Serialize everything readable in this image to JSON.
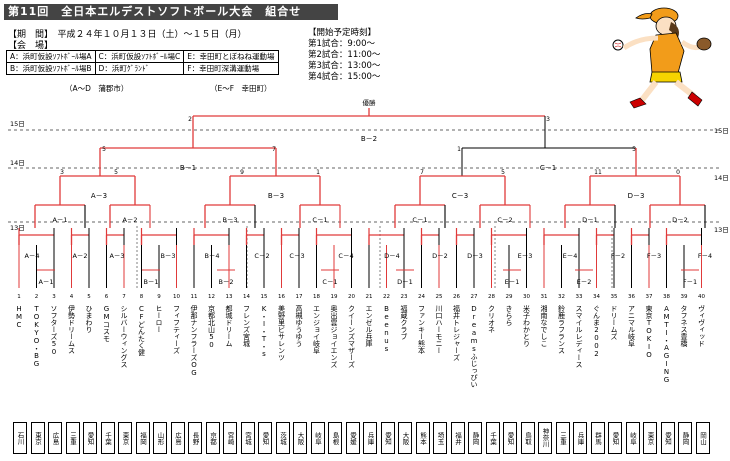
{
  "title": "第11回　全日本エルデストソフトボール大会　組合せ",
  "period": "【期　間】　平成２４年１０月１３日（土）～１５日（月）",
  "venue_label": "【会　場】",
  "venues": [
    [
      "A：浜町仮設ｿﾌﾄﾎﾞｰﾙ場A",
      "C：浜町仮設ｿﾌﾄﾎﾞｰﾙ場C",
      "E：幸田町とぼねね運動場"
    ],
    [
      "B：浜町仮設ｿﾌﾄﾎﾞｰﾙ場B",
      "D：浜町ｸﾞﾗﾝﾄﾞ",
      "F：幸田町深溝運動場"
    ]
  ],
  "city_ad": "（A～D　蒲郡市）",
  "city_ef": "（E～F　幸田町）",
  "schedule_title": "【開始予定時刻】",
  "schedule": [
    "第1試合：9:00～",
    "第2試合：11:00～",
    "第3試合：13:00～",
    "第4試合：15:00～"
  ],
  "final_label": "優勝",
  "days": {
    "d15": "15日",
    "d14": "14日",
    "d13": "13日"
  },
  "games": {
    "B2": "B－2",
    "B1": "B－1",
    "C1": "C－1",
    "A3": "A－3",
    "B3": "B－3",
    "C3": "C－3",
    "D3": "D－3",
    "A1": "A－1",
    "A2": "A－2",
    "B3b": "B－3",
    "C1b": "C－1",
    "C2": "C－2",
    "D1": "D－1",
    "D2": "D－2",
    "A4": "A－4",
    "A2b": "A－2",
    "A3b": "A－3",
    "B3c": "B－3",
    "B4": "B－4",
    "B2b": "B－2",
    "C2b": "C－2",
    "C3b": "C－3",
    "C4": "C－4",
    "C1c": "C－1",
    "D4": "D－4",
    "D1b": "D－1",
    "D2b": "D－2",
    "D3b": "D－3",
    "E3": "E－3",
    "E1": "E－1",
    "E4": "E－4",
    "E2": "E－2",
    "F2": "F－2",
    "F3": "F－3",
    "F4": "F－4",
    "F1": "F－1",
    "A1b": "A－1"
  },
  "teams": [
    {
      "no": "1",
      "name": "HMC",
      "pref": "石川"
    },
    {
      "no": "2",
      "name": "TOKYO・BG",
      "pref": "東京"
    },
    {
      "no": "3",
      "name": "ソフターズ50",
      "pref": "広島"
    },
    {
      "no": "4",
      "name": "伊勢ドリームス",
      "pref": "三重"
    },
    {
      "no": "5",
      "name": "ひまわり",
      "pref": "愛知"
    },
    {
      "no": "6",
      "name": "GMコスモ",
      "pref": "千葉"
    },
    {
      "no": "7",
      "name": "シルバーウィングス",
      "pref": "東京"
    },
    {
      "no": "8",
      "name": "CFどんたく健",
      "pref": "福岡"
    },
    {
      "no": "9",
      "name": "ヒーロー",
      "pref": "山形"
    },
    {
      "no": "10",
      "name": "フィフティーズ",
      "pref": "広島"
    },
    {
      "no": "11",
      "name": "伊那ナンフラーズOG",
      "pref": "長野"
    },
    {
      "no": "12",
      "name": "京都北山50",
      "pref": "京都"
    },
    {
      "no": "13",
      "name": "都城ドリーム",
      "pref": "宮崎"
    },
    {
      "no": "14",
      "name": "フレンズ宮城",
      "pref": "宮城"
    },
    {
      "no": "15",
      "name": "K・I・T・s",
      "pref": "愛知"
    },
    {
      "no": "16",
      "name": "美野里ビサレンツ",
      "pref": "茨城"
    },
    {
      "no": "17",
      "name": "高槻ゆうゆう",
      "pref": "大阪"
    },
    {
      "no": "18",
      "name": "エンジョイ岐阜",
      "pref": "岐阜"
    },
    {
      "no": "19",
      "name": "奥出雲ジョイエンズ",
      "pref": "島根"
    },
    {
      "no": "20",
      "name": "クイーンズマザーズ",
      "pref": "愛媛"
    },
    {
      "no": "21",
      "name": "エンゼル兵庫",
      "pref": "兵庫"
    },
    {
      "no": "22",
      "name": "Beenus",
      "pref": "愛知"
    },
    {
      "no": "23",
      "name": "福蔵クラブ",
      "pref": "大阪"
    },
    {
      "no": "24",
      "name": "ファンキー熊本",
      "pref": "熊本"
    },
    {
      "no": "25",
      "name": "川口ハーモニー",
      "pref": "埼玉"
    },
    {
      "no": "26",
      "name": "福井トレジャーズ",
      "pref": "福井"
    },
    {
      "no": "27",
      "name": "Dreamsふじっぴい",
      "pref": "静岡"
    },
    {
      "no": "28",
      "name": "クリオネ",
      "pref": "千葉"
    },
    {
      "no": "29",
      "name": "きらら",
      "pref": "愛知"
    },
    {
      "no": "30",
      "name": "米子わかとり",
      "pref": "鳥取"
    },
    {
      "no": "31",
      "name": "湘南なでしこ",
      "pref": "神奈川"
    },
    {
      "no": "32",
      "name": "鈴鹿ラフランス",
      "pref": "三重"
    },
    {
      "no": "33",
      "name": "スマイルレディース",
      "pref": "兵庫"
    },
    {
      "no": "34",
      "name": "ぐんま2002",
      "pref": "群馬"
    },
    {
      "no": "35",
      "name": "ドリームズ",
      "pref": "愛知"
    },
    {
      "no": "36",
      "name": "アニマル岐阜",
      "pref": "岐阜"
    },
    {
      "no": "37",
      "name": "東京TOKIO",
      "pref": "東京"
    },
    {
      "no": "38",
      "name": "AMTI・AGING",
      "pref": "愛知"
    },
    {
      "no": "39",
      "name": "タフネス豊橋",
      "pref": "静岡"
    },
    {
      "no": "40",
      "name": "ヴィヴィッド",
      "pref": "岡山"
    }
  ],
  "colors": {
    "winner_line": "#e03a3a",
    "line": "#000000"
  }
}
